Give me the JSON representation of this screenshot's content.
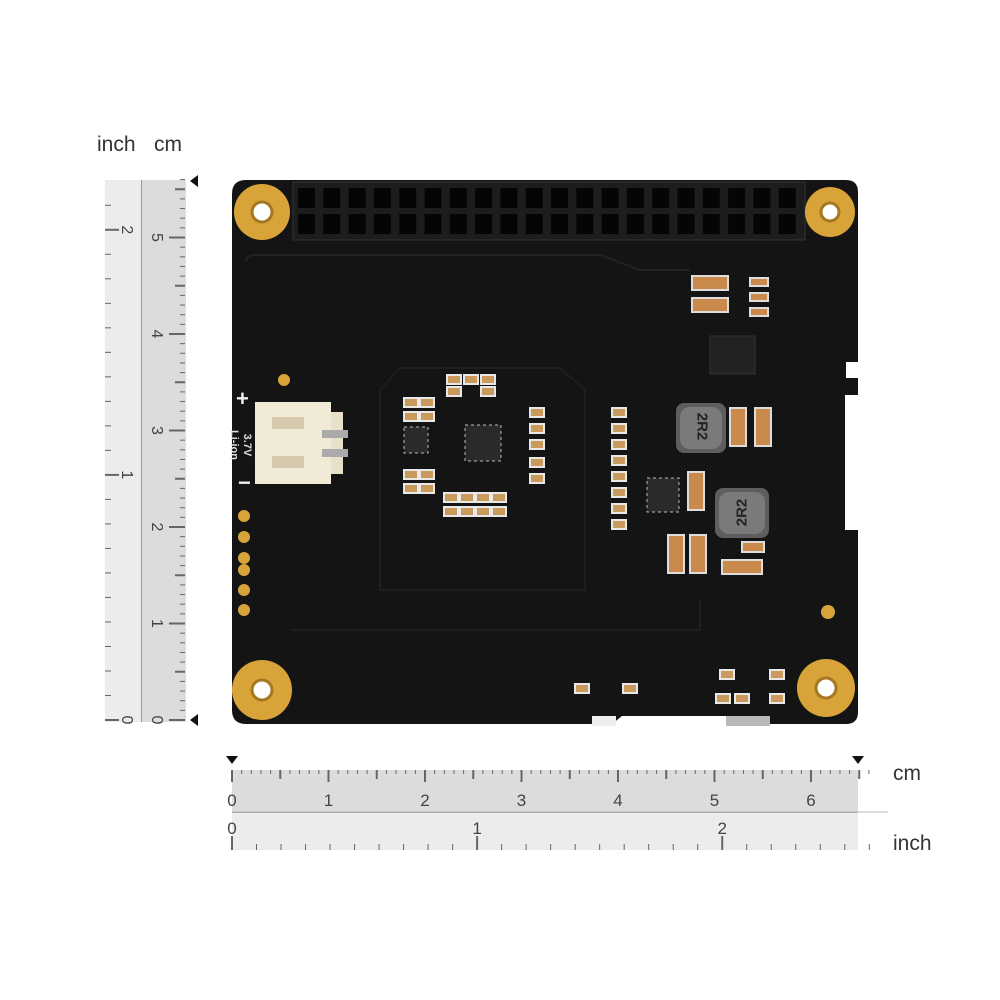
{
  "vertical_ruler": {
    "inch_label": "inch",
    "cm_label": "cm",
    "cm_ticks": [
      "0",
      "1",
      "2",
      "3",
      "4",
      "5"
    ],
    "inch_ticks": [
      "0",
      "1",
      "2"
    ]
  },
  "horizontal_ruler": {
    "cm_label": "cm",
    "inch_label": "inch",
    "cm_ticks": [
      "0",
      "1",
      "2",
      "3",
      "4",
      "5",
      "6"
    ],
    "inch_ticks": [
      "0",
      "1",
      "2"
    ]
  },
  "board": {
    "silk_plus": "+",
    "silk_minus": "−",
    "silk_voltage": "3.7V",
    "silk_battery": "Li-ion",
    "inductor_1": "2R2",
    "inductor_2": "2R2",
    "colors": {
      "pcb": "#151414",
      "gold": "#d8a43a",
      "connector": "#f1ead6",
      "header": "#1d1d1d"
    }
  }
}
